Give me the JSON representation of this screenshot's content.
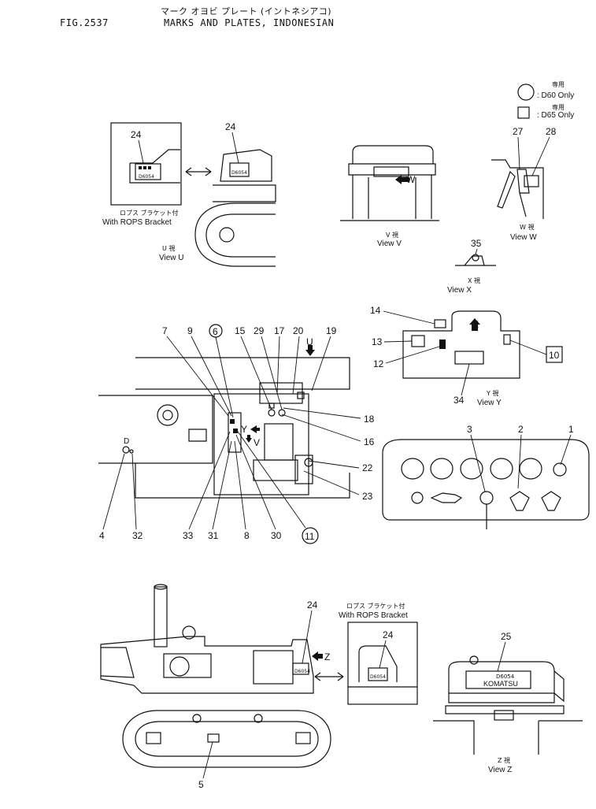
{
  "header": {
    "fig_no": "FIG.2537",
    "title_jp": "マーク オヨビ プレート (イントネシアコ)",
    "title_en": "MARKS AND PLATES, INDONESIAN"
  },
  "legend": {
    "circle_text": ": D60 Only",
    "circle_jp": "専用",
    "square_text": ": D65 Only",
    "square_jp": "専用"
  },
  "views": {
    "rops_jp": "ロプス ブラケット付",
    "rops_en": "With ROPS Bracket",
    "u_jp": "U 視",
    "u_en": "View U",
    "v_jp": "V 視",
    "v_en": "View V",
    "w_jp": "W 視",
    "w_en": "View W",
    "x_jp": "X 視",
    "x_en": "View X",
    "y_jp": "Y 視",
    "y_en": "View Y",
    "z_jp": "Z 視",
    "z_en": "View Z"
  },
  "plates": {
    "d6054": "D6054",
    "komatsu": "KOMATSU"
  },
  "arrows": {
    "u": "U",
    "v": "V",
    "w": "W",
    "x": "X",
    "y": "Y",
    "z": "Z"
  },
  "callouts": {
    "n1": "1",
    "n2": "2",
    "n3": "3",
    "n4": "4",
    "n5": "5",
    "n6": "6",
    "n7": "7",
    "n8": "8",
    "n9": "9",
    "n10": "10",
    "n11": "11",
    "n12": "12",
    "n13": "13",
    "n14": "14",
    "n15": "15",
    "n16": "16",
    "n17": "17",
    "n18": "18",
    "n19": "19",
    "n20": "20",
    "n22": "22",
    "n23": "23",
    "n24": "24",
    "n25": "25",
    "n27": "27",
    "n28": "28",
    "n29": "29",
    "n30": "30",
    "n31": "31",
    "n32": "32",
    "n33": "33",
    "n34": "34",
    "n35": "35"
  }
}
